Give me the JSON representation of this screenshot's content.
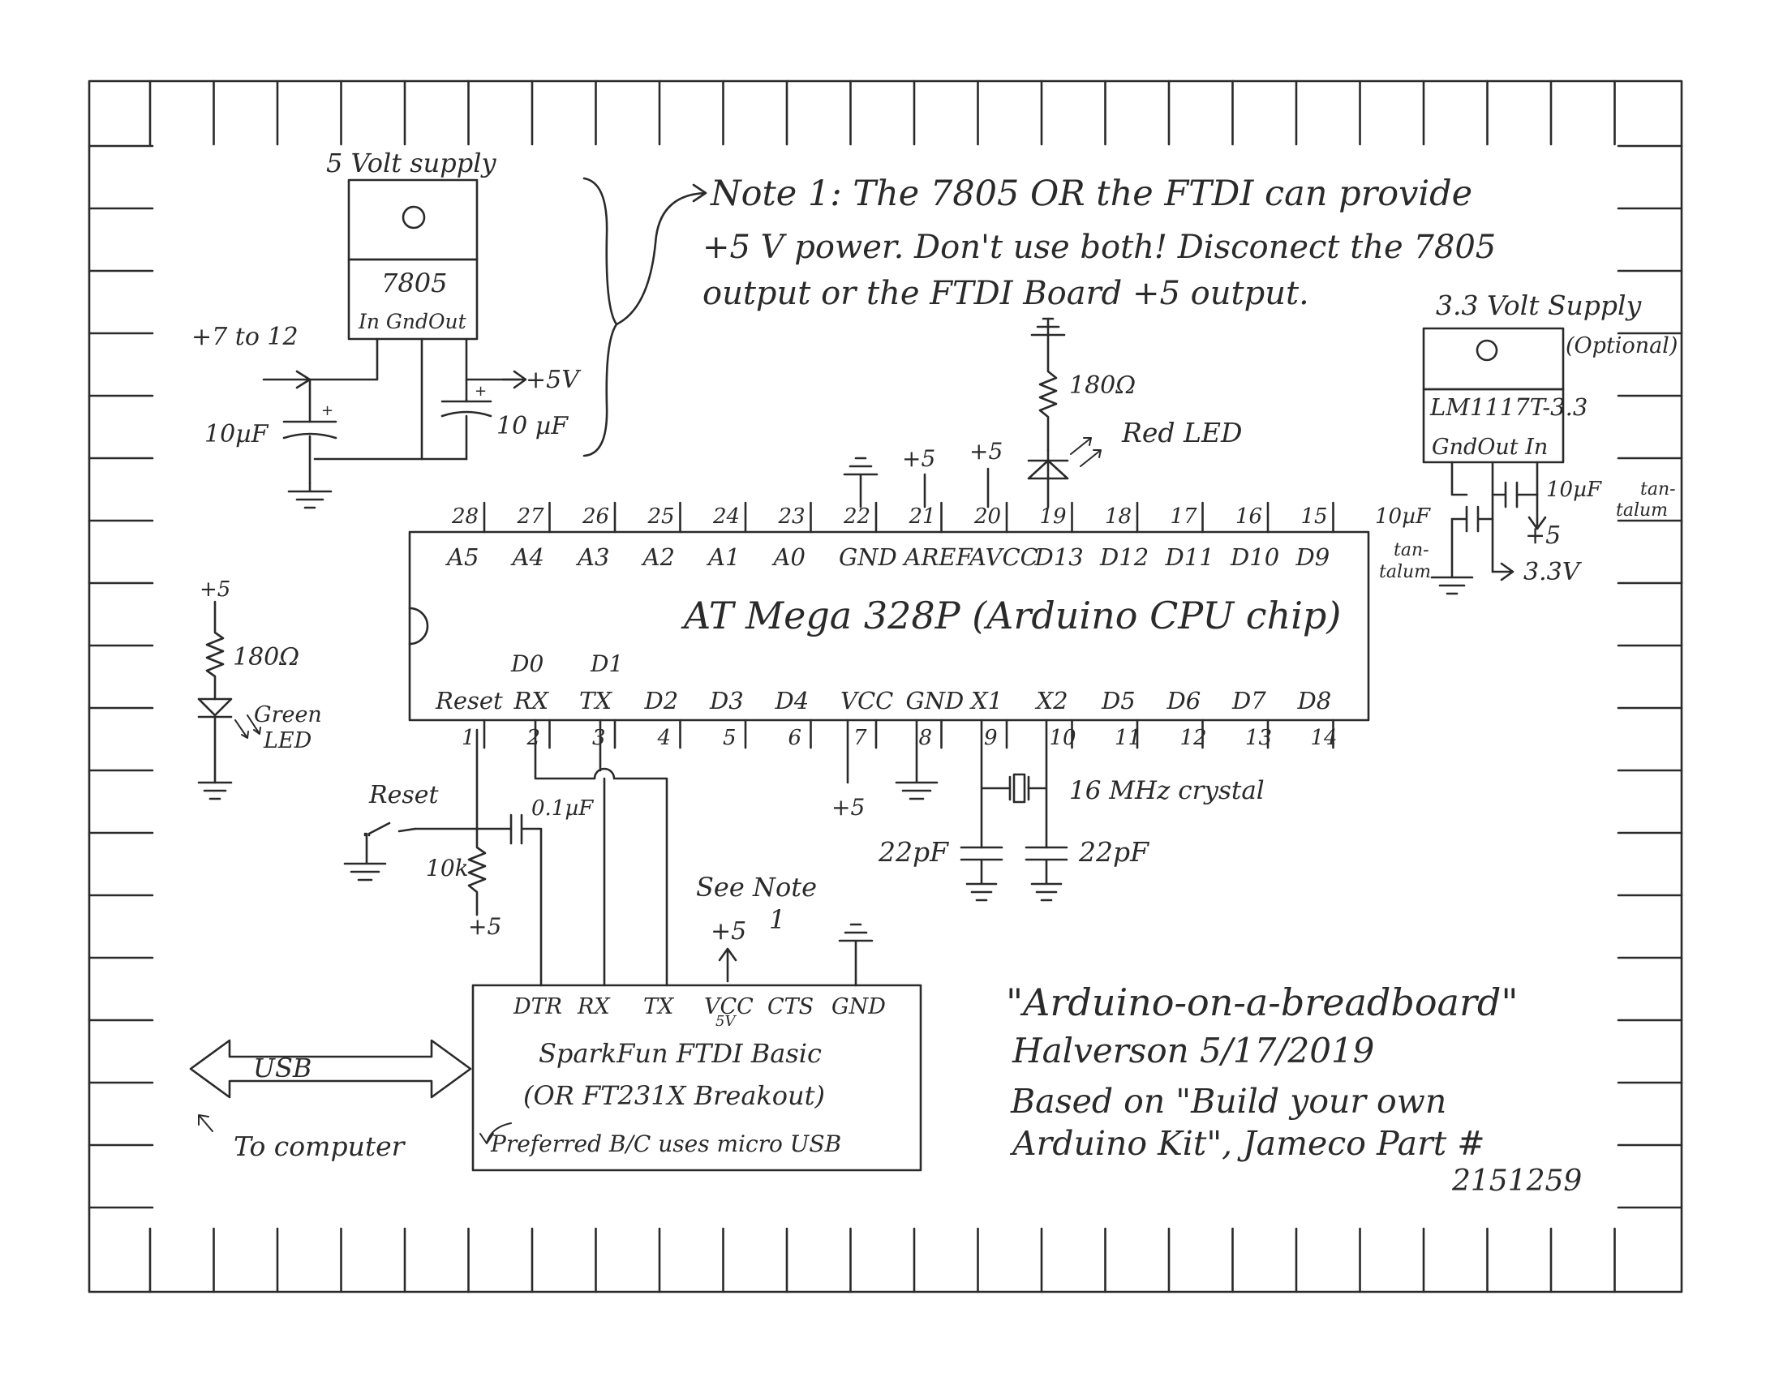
{
  "supply5": {
    "title": "5 Volt supply",
    "regulator": "7805",
    "pins": "In GndOut",
    "input": "+7 to 12",
    "output": "+5V",
    "cap_in": "10µF",
    "cap_out": "10 µF"
  },
  "note1": {
    "line1": "Note 1: The 7805 OR the FTDI can provide",
    "line2": "+5 V power. Don't use both! Disconect the 7805",
    "line3": "output or the FTDI Board +5 output."
  },
  "supply33": {
    "title": "3.3 Volt Supply",
    "optional": "(Optional)",
    "regulator": "LM1117T-3.3",
    "pins": "GndOut In",
    "cap_left": "10µF",
    "cap_right": "10µF",
    "tant_left": [
      "tan-",
      "talum"
    ],
    "tant_right": [
      "tan-",
      "talum"
    ],
    "in_label": "+5",
    "out_label": "3.3V"
  },
  "led_red": {
    "resistor": "180Ω",
    "label": "Red LED"
  },
  "led_green": {
    "supply": "+5",
    "resistor": "180Ω",
    "label": [
      "Green",
      "LED"
    ]
  },
  "chip": {
    "name": "AT Mega 328P (Arduino CPU chip)",
    "top_pins": [
      {
        "num": "28",
        "name": "A5"
      },
      {
        "num": "27",
        "name": "A4"
      },
      {
        "num": "26",
        "name": "A3"
      },
      {
        "num": "25",
        "name": "A2"
      },
      {
        "num": "24",
        "name": "A1"
      },
      {
        "num": "23",
        "name": "A0"
      },
      {
        "num": "22",
        "name": "GND"
      },
      {
        "num": "21",
        "name": "AREF"
      },
      {
        "num": "20",
        "name": "AVCC"
      },
      {
        "num": "19",
        "name": "D13"
      },
      {
        "num": "18",
        "name": "D12"
      },
      {
        "num": "17",
        "name": "D11"
      },
      {
        "num": "16",
        "name": "D10"
      },
      {
        "num": "15",
        "name": "D9"
      }
    ],
    "bottom_pins": [
      {
        "num": "1",
        "name": "Reset"
      },
      {
        "num": "2",
        "name": "RX"
      },
      {
        "num": "3",
        "name": "TX"
      },
      {
        "num": "4",
        "name": "D2"
      },
      {
        "num": "5",
        "name": "D3"
      },
      {
        "num": "6",
        "name": "D4"
      },
      {
        "num": "7",
        "name": "VCC"
      },
      {
        "num": "8",
        "name": "GND"
      },
      {
        "num": "9",
        "name": "X1"
      },
      {
        "num": "10",
        "name": "X2"
      },
      {
        "num": "11",
        "name": "D5"
      },
      {
        "num": "12",
        "name": "D6"
      },
      {
        "num": "13",
        "name": "D7"
      },
      {
        "num": "14",
        "name": "D8"
      }
    ],
    "d0": "D0",
    "d1": "D1",
    "aref_supply": "+5",
    "avcc_supply": "+5",
    "vcc_supply": "+5"
  },
  "reset": {
    "label": "Reset",
    "resistor": "10k",
    "supply": "+5",
    "cap": "0.1µF"
  },
  "crystal": {
    "label": "16 MHz crystal",
    "cap_left": "22pF",
    "cap_right": "22pF"
  },
  "see_note": {
    "line1": "See Note",
    "line2": "+5",
    "line3": "1"
  },
  "ftdi": {
    "pins": [
      "DTR",
      "RX",
      "TX",
      "VCC",
      "CTS",
      "GND"
    ],
    "vcc_sub": "5V",
    "line1": "SparkFun FTDI Basic",
    "line2": "(OR FT231X Breakout)",
    "line3": "Preferred B/C uses micro USB"
  },
  "usb": {
    "label": "USB",
    "note": "To computer"
  },
  "title_block": {
    "line1": "\"Arduino-on-a-breadboard\"",
    "line2": "Halverson 5/17/2019",
    "line3": "Based on \"Build your own",
    "line4": "Arduino Kit\", Jameco Part #",
    "line5": "2151259"
  }
}
